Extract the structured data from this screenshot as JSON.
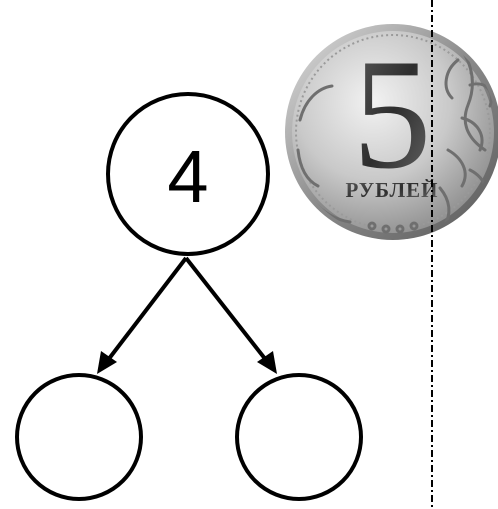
{
  "diagram": {
    "root_value": "4",
    "left_child_value": "",
    "right_child_value": ""
  },
  "coin": {
    "denomination": "5",
    "currency_word": "РУБЛЕЙ",
    "colors": {
      "rim": "#7a7a7a",
      "face": "#c9c9c9",
      "relief": "#4a4a4a"
    }
  },
  "cut_line": {
    "style": "dash-dot",
    "color": "#000000"
  }
}
